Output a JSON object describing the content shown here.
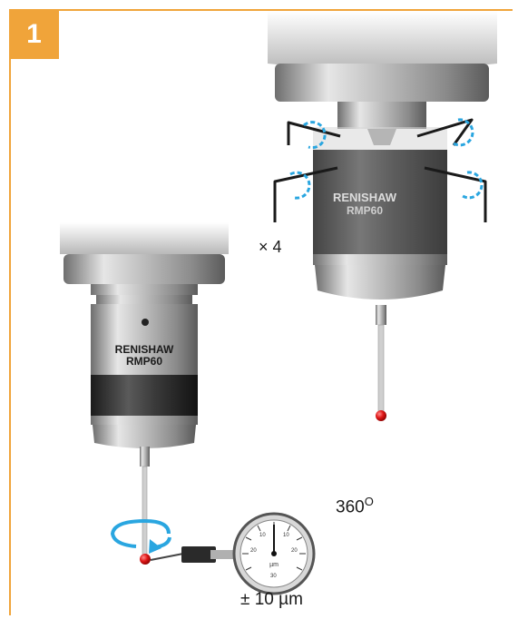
{
  "step": {
    "number": "1"
  },
  "accent_color": "#f0a43a",
  "probe": {
    "brand": "RENISHAW",
    "model": "RMP60"
  },
  "annotations": {
    "rotation_value": "360",
    "rotation_unit": "O",
    "hex_key_quantity": "× 4",
    "tolerance": "± 10 µm"
  },
  "dial_gauge": {
    "unit": "µm",
    "scale_numbers": [
      "10",
      "20",
      "30",
      "20",
      "10"
    ]
  },
  "icons": [
    "rotation-arrow-icon",
    "hex-key-icon",
    "adjust-arrow-icon",
    "dial-gauge-icon"
  ]
}
